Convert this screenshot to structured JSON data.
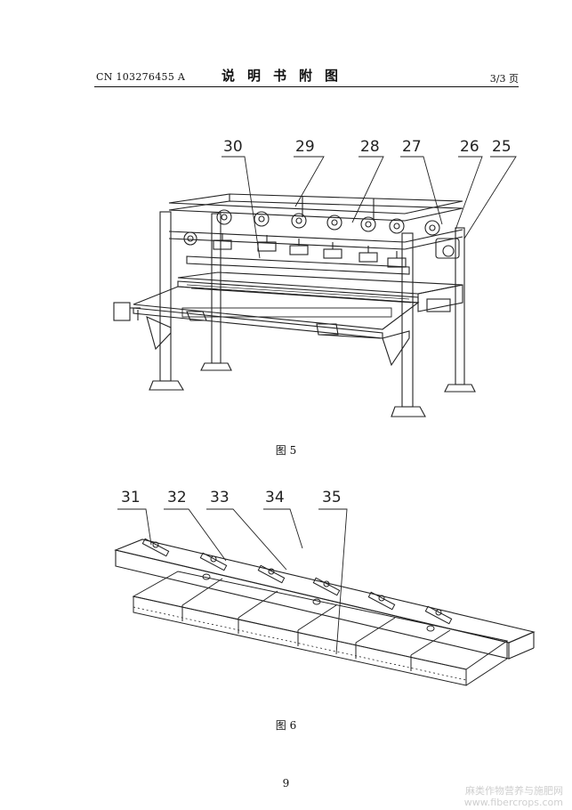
{
  "header": {
    "doc_number": "CN 103276455 A",
    "title": "说明书附图",
    "page_count": "3/3 页"
  },
  "figure5": {
    "caption": "图 5",
    "labels": [
      "30",
      "29",
      "28",
      "27",
      "26",
      "25"
    ]
  },
  "figure6": {
    "caption": "图 6",
    "labels": [
      "31",
      "32",
      "33",
      "34",
      "35"
    ]
  },
  "page_number": "9",
  "watermark": {
    "line1": "麻类作物营养与施肥网",
    "line2": "www.fibercrops.com"
  }
}
